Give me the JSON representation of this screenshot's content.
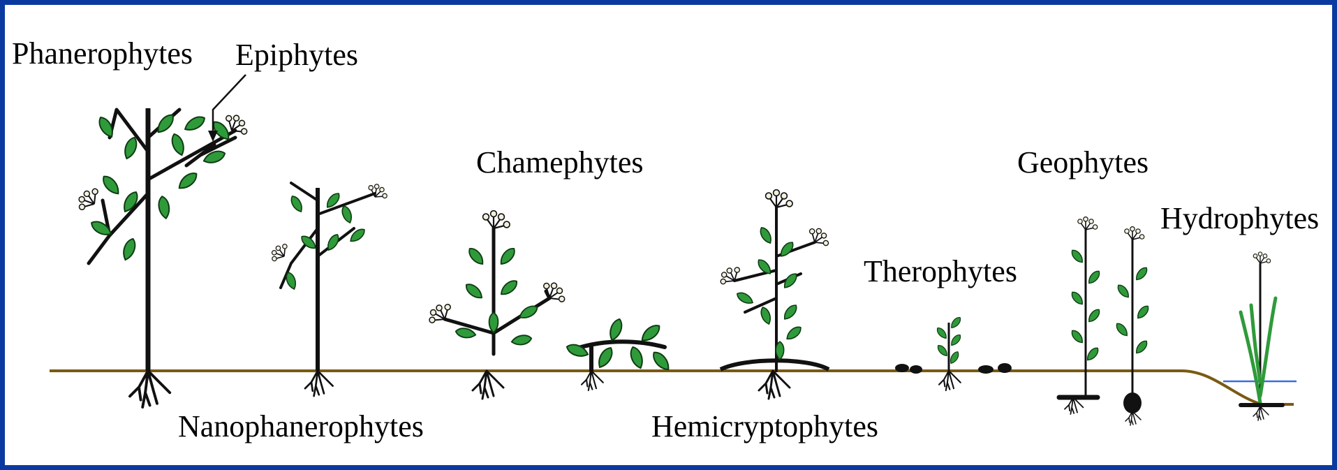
{
  "labels": {
    "phanerophytes": "Phanerophytes",
    "epiphytes": "Epiphytes",
    "nanophanerophytes": "Nanophanerophytes",
    "chamephytes": "Chamephytes",
    "hemicryptophytes": "Hemicryptophytes",
    "therophytes": "Therophytes",
    "geophytes": "Geophytes",
    "hydrophytes": "Hydrophytes"
  },
  "colors": {
    "frame": "#0a3aa0",
    "ground": "#7a5a12",
    "water": "#3a6fd8",
    "leaf": "#2f9a3a",
    "stem": "#111111",
    "flower": "#f2f0dc"
  }
}
